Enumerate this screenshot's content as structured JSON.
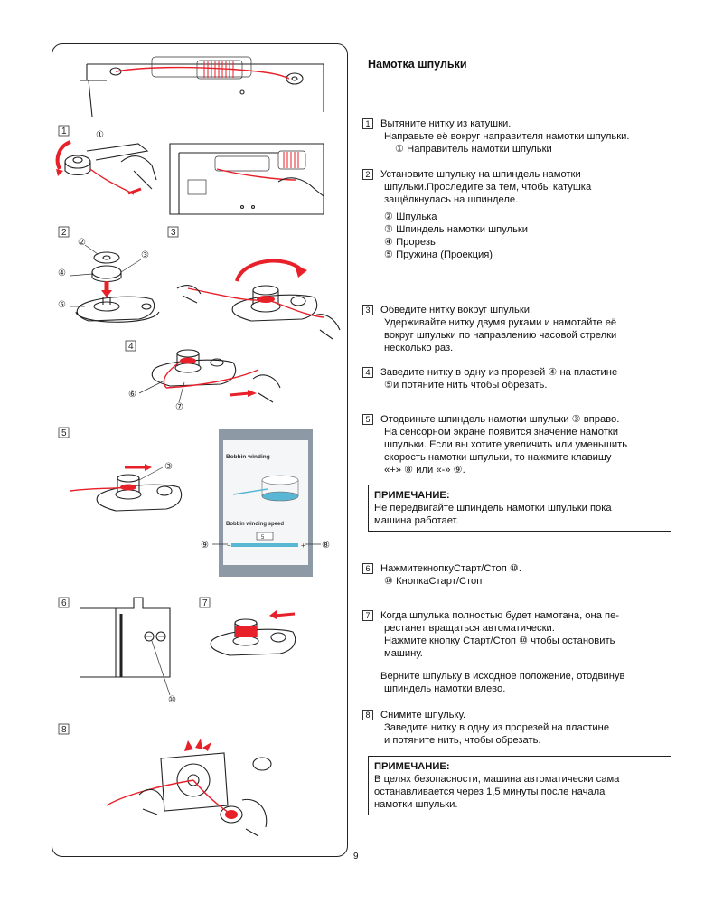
{
  "heading": "Намотка шпульки",
  "steps": {
    "s1": {
      "num": "1",
      "lines": [
        "Вытяните нитку из катушки.",
        "Направьте её вокруг направителя намотки шпульки.",
        "① Направитель намотки шпульки"
      ]
    },
    "s2": {
      "num": "2",
      "lines": [
        "Установите шпульку на шпиндель намотки",
        "шпульки.Проследите за тем, чтобы катушка",
        "защёлкнулась на шпинделе.",
        "② Шпулька",
        "③ Шпиндель намотки шпульки",
        "④ Прорезь",
        "⑤ Пружина (Проекция)"
      ]
    },
    "s3": {
      "num": "3",
      "lines": [
        "Обведите нитку вокруг шпульки.",
        "Удерживайте нитку двумя руками и намотайте её",
        "вокруг шпульки по направлению часовой стрелки",
        "несколько раз."
      ]
    },
    "s4": {
      "num": "4",
      "lines": [
        "Заведите нитку в одну из прорезей ④ на пластине",
        "⑤и потяните нить чтобы обрезать."
      ]
    },
    "s5": {
      "num": "5",
      "lines": [
        "Отодвиньте шпиндель намотки шпульки ③ вправо.",
        "На сенсорном экране появится значение намотки",
        "шпульки. Если вы хотите увеличить или уменьшить",
        "скорость намотки шпульки, то нажмите клавишу",
        "«+» ⑧ или «-» ⑨."
      ]
    },
    "s6": {
      "num": "6",
      "lines": [
        "НажмитекнопкуСтарт/Стоп ⑩.",
        "⑩ КнопкаСтарт/Стоп"
      ]
    },
    "s7": {
      "num": "7",
      "lines": [
        "Когда шпулька полностью будет намотана, она пе-",
        "рестанет вращаться автоматически.",
        "Нажмите кнопку Старт/Стоп ⑩ чтобы остановить",
        "машину.",
        "Верните шпульку в исходное положение, отодвинув",
        "шпиндель намотки влево."
      ]
    },
    "s8": {
      "num": "8",
      "lines": [
        "Снимите шпульку.",
        "Заведите нитку в одну из прорезей на пластине",
        "и потяните нить, чтобы обрезать."
      ]
    }
  },
  "notes": {
    "n1": {
      "title": "ПРИМЕЧАНИЕ:",
      "lines": [
        "Не передвигайте шпиндель намотки шпульки пока",
        "машина работает."
      ]
    },
    "n2": {
      "title": "ПРИМЕЧАНИЕ:",
      "lines": [
        "В целях безопасности, машина автоматически сама",
        "останавливается через 1,5 минуты после начала",
        "намотки шпульки."
      ]
    }
  },
  "figure": {
    "labels": {
      "f1": "1",
      "f2": "2",
      "f3": "3",
      "f4": "4",
      "f5": "5",
      "f6": "6",
      "f7": "7",
      "f8": "8",
      "c1": "①",
      "c2": "②",
      "c3": "③",
      "c4": "④",
      "c5": "⑤",
      "c6": "⑥",
      "c7": "⑦",
      "c3b": "③",
      "c8": "⑧",
      "c9": "⑨",
      "c10": "⑩"
    },
    "screen": {
      "title": "Bobbin winding",
      "speed_label": "Bobbin winding speed",
      "value": "5",
      "minus": "−",
      "plus": "+"
    }
  },
  "page_number": "9",
  "colors": {
    "thread": "#e8202a",
    "screen_accent": "#59b7d6",
    "screen_frame": "#8d9aa6"
  }
}
